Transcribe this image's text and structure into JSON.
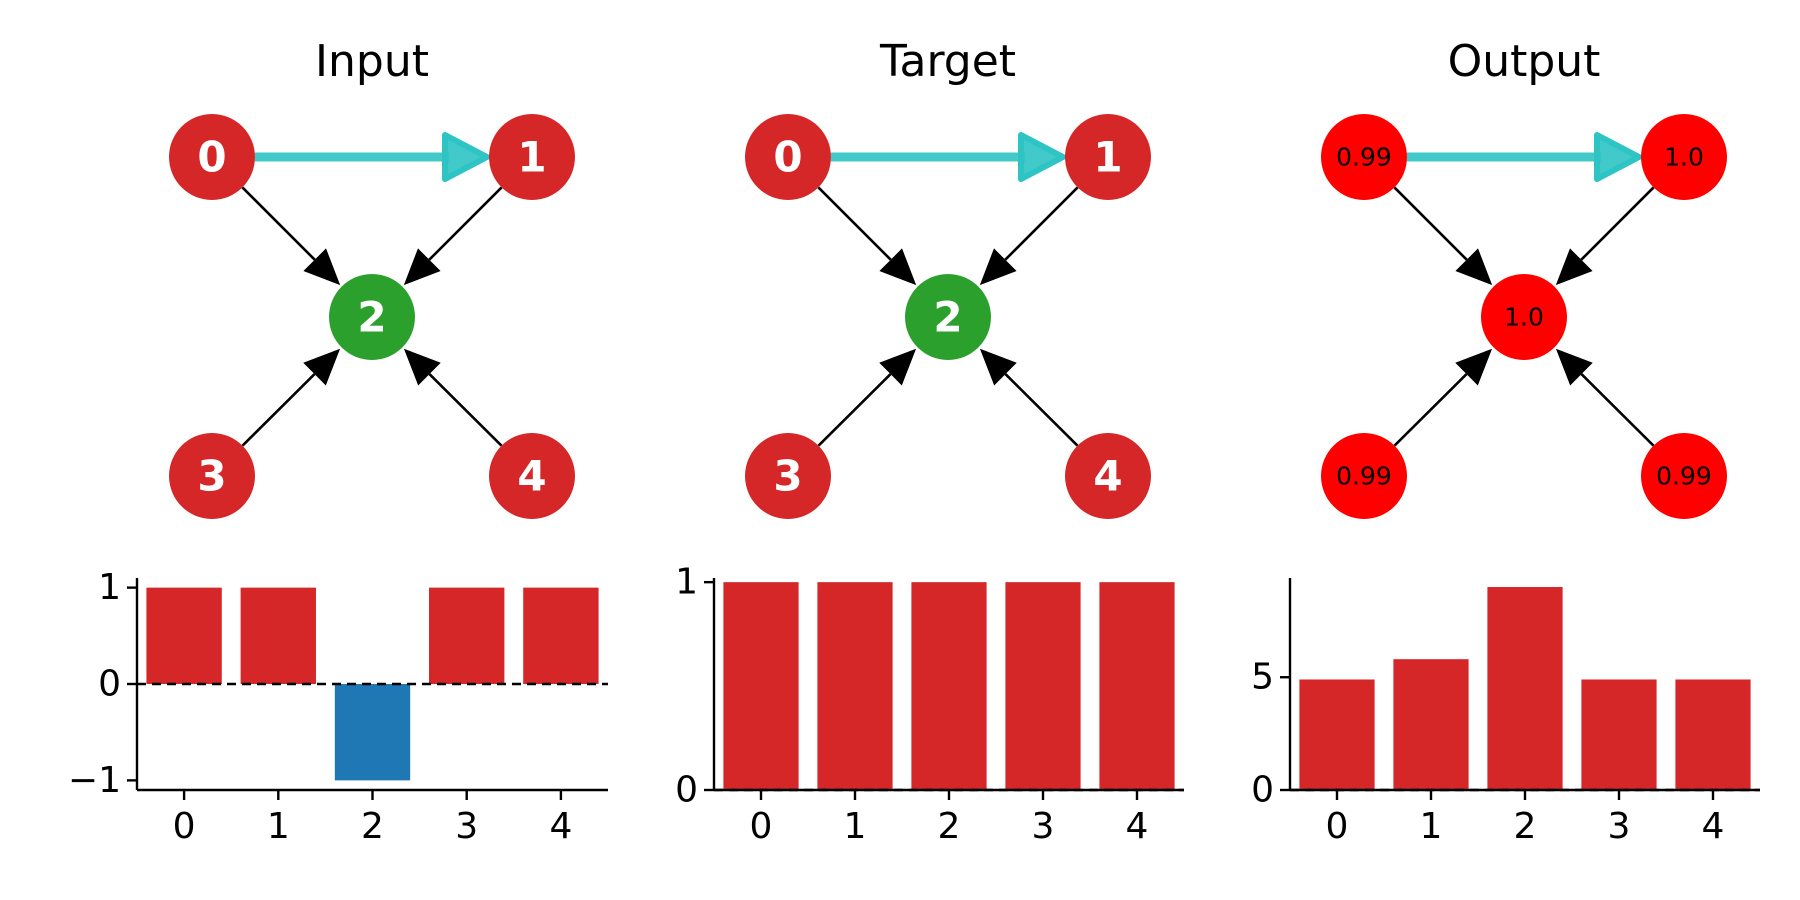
{
  "colors": {
    "node_input": "#d62728",
    "node_target_center": "#2ca02c",
    "node_output": "#ff0000",
    "highlight_edge": "#2ec4c4",
    "edge": "#000000",
    "bar_positive": "#d62728",
    "bar_negative": "#1f77b4"
  },
  "panels": [
    {
      "title": "Input",
      "nodes": [
        {
          "id": 0,
          "label": "0",
          "color": "#d62728"
        },
        {
          "id": 1,
          "label": "1",
          "color": "#d62728"
        },
        {
          "id": 2,
          "label": "2",
          "color": "#2ca02c"
        },
        {
          "id": 3,
          "label": "3",
          "color": "#d62728"
        },
        {
          "id": 4,
          "label": "4",
          "color": "#d62728"
        }
      ],
      "label_style": "bold"
    },
    {
      "title": "Target",
      "nodes": [
        {
          "id": 0,
          "label": "0",
          "color": "#d62728"
        },
        {
          "id": 1,
          "label": "1",
          "color": "#d62728"
        },
        {
          "id": 2,
          "label": "2",
          "color": "#2ca02c"
        },
        {
          "id": 3,
          "label": "3",
          "color": "#d62728"
        },
        {
          "id": 4,
          "label": "4",
          "color": "#d62728"
        }
      ],
      "label_style": "bold"
    },
    {
      "title": "Output",
      "nodes": [
        {
          "id": 0,
          "label": "0.99",
          "color": "#ff0000"
        },
        {
          "id": 1,
          "label": "1.0",
          "color": "#ff0000"
        },
        {
          "id": 2,
          "label": "1.0",
          "color": "#ff0000"
        },
        {
          "id": 3,
          "label": "0.99",
          "color": "#ff0000"
        },
        {
          "id": 4,
          "label": "0.99",
          "color": "#ff0000"
        }
      ],
      "label_style": "small"
    }
  ],
  "graph_edges": [
    {
      "from": 0,
      "to": 1,
      "highlight": true
    },
    {
      "from": 0,
      "to": 2,
      "highlight": false
    },
    {
      "from": 1,
      "to": 2,
      "highlight": false
    },
    {
      "from": 3,
      "to": 2,
      "highlight": false
    },
    {
      "from": 4,
      "to": 2,
      "highlight": false
    }
  ],
  "chart_data": [
    {
      "type": "bar",
      "categories": [
        "0",
        "1",
        "2",
        "3",
        "4"
      ],
      "values": [
        1,
        1,
        -1,
        1,
        1
      ],
      "ylim": [
        -1.1,
        1.1
      ],
      "yticks": [
        -1,
        0,
        1
      ],
      "ytick_labels": [
        "−1",
        "0",
        "1"
      ],
      "zero_line": "dashed",
      "title": "",
      "xlabel": "",
      "ylabel": ""
    },
    {
      "type": "bar",
      "categories": [
        "0",
        "1",
        "2",
        "3",
        "4"
      ],
      "values": [
        1,
        1,
        1,
        1,
        1
      ],
      "ylim": [
        0,
        1.02
      ],
      "yticks": [
        0,
        1
      ],
      "ytick_labels": [
        "0",
        "1"
      ],
      "zero_line": "dashed",
      "title": "",
      "xlabel": "",
      "ylabel": ""
    },
    {
      "type": "bar",
      "categories": [
        "0",
        "1",
        "2",
        "3",
        "4"
      ],
      "values": [
        4.9,
        5.8,
        9.0,
        4.9,
        4.9
      ],
      "ylim": [
        0,
        9.4
      ],
      "yticks": [
        0,
        5
      ],
      "ytick_labels": [
        "0",
        "5"
      ],
      "zero_line": "dashed",
      "title": "",
      "xlabel": "",
      "ylabel": ""
    }
  ]
}
